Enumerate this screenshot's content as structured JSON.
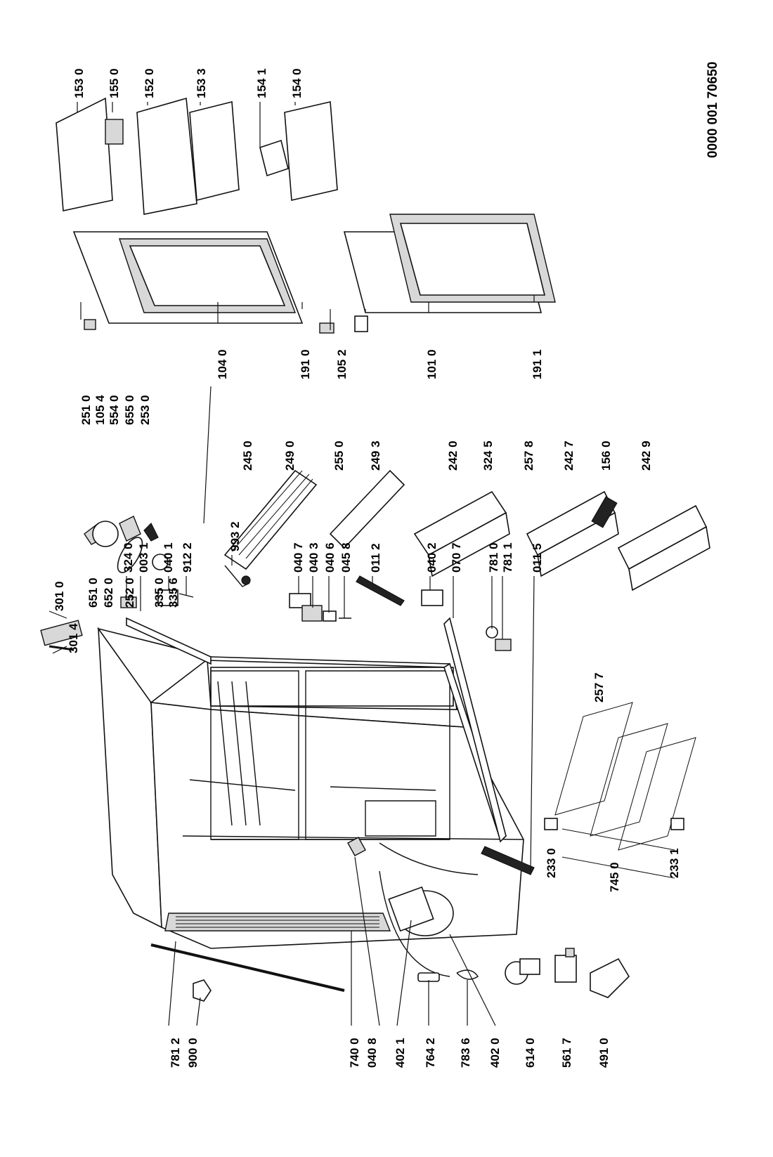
{
  "document_number": "0000 001 70650",
  "labels": [
    {
      "id": "p301-0",
      "text": "301 0"
    },
    {
      "id": "p301-4",
      "text": "301 4"
    },
    {
      "id": "p781-2",
      "text": "781 2"
    },
    {
      "id": "p900-0",
      "text": "900 0"
    },
    {
      "id": "p740-0",
      "text": "740 0"
    },
    {
      "id": "p040-8",
      "text": "040 8"
    },
    {
      "id": "p402-1",
      "text": "402 1"
    },
    {
      "id": "p764-2",
      "text": "764 2"
    },
    {
      "id": "p783-6",
      "text": "783 6"
    },
    {
      "id": "p402-0",
      "text": "402 0"
    },
    {
      "id": "p614-0",
      "text": "614 0"
    },
    {
      "id": "p561-7",
      "text": "561 7"
    },
    {
      "id": "p491-0",
      "text": "491 0"
    },
    {
      "id": "p324-0",
      "text": "324 0"
    },
    {
      "id": "p003-1",
      "text": "003 1"
    },
    {
      "id": "p040-1",
      "text": "040 1"
    },
    {
      "id": "p912-2",
      "text": "912 2"
    },
    {
      "id": "p993-2",
      "text": "993 2"
    },
    {
      "id": "p040-7",
      "text": "040 7"
    },
    {
      "id": "p040-3",
      "text": "040 3"
    },
    {
      "id": "p040-6",
      "text": "040 6"
    },
    {
      "id": "p045-8",
      "text": "045 8"
    },
    {
      "id": "p011-2",
      "text": "011 2"
    },
    {
      "id": "p040-2",
      "text": "040 2"
    },
    {
      "id": "p070-7",
      "text": "070 7"
    },
    {
      "id": "p781-0",
      "text": "781 0"
    },
    {
      "id": "p781-1",
      "text": "781 1"
    },
    {
      "id": "p011-5",
      "text": "011 5"
    },
    {
      "id": "p233-0",
      "text": "233 0"
    },
    {
      "id": "p745-0",
      "text": "745 0"
    },
    {
      "id": "p233-1",
      "text": "233 1"
    },
    {
      "id": "p651-0",
      "text": "651 0"
    },
    {
      "id": "p652-0",
      "text": "652 0"
    },
    {
      "id": "p252-0",
      "text": "252 0"
    },
    {
      "id": "p335-0",
      "text": "335 0"
    },
    {
      "id": "p335-6",
      "text": "335 6"
    },
    {
      "id": "p251-0",
      "text": "251 0"
    },
    {
      "id": "p105-4",
      "text": "105 4"
    },
    {
      "id": "p554-0",
      "text": "554 0"
    },
    {
      "id": "p655-0",
      "text": "655 0"
    },
    {
      "id": "p253-0",
      "text": "253 0"
    },
    {
      "id": "p104-0",
      "text": "104 0"
    },
    {
      "id": "p191-0",
      "text": "191 0"
    },
    {
      "id": "p105-2",
      "text": "105 2"
    },
    {
      "id": "p101-0",
      "text": "101 0"
    },
    {
      "id": "p191-1",
      "text": "191 1"
    },
    {
      "id": "p245-0",
      "text": "245 0"
    },
    {
      "id": "p249-0",
      "text": "249 0"
    },
    {
      "id": "p255-0",
      "text": "255 0"
    },
    {
      "id": "p249-3",
      "text": "249 3"
    },
    {
      "id": "p242-0",
      "text": "242 0"
    },
    {
      "id": "p324-5",
      "text": "324 5"
    },
    {
      "id": "p257-8",
      "text": "257 8"
    },
    {
      "id": "p242-7",
      "text": "242 7"
    },
    {
      "id": "p156-0",
      "text": "156 0"
    },
    {
      "id": "p242-9",
      "text": "242 9"
    },
    {
      "id": "p257-7",
      "text": "257 7"
    },
    {
      "id": "p153-0",
      "text": "153 0"
    },
    {
      "id": "p155-0",
      "text": "155 0"
    },
    {
      "id": "p152-0",
      "text": "152 0"
    },
    {
      "id": "p153-3",
      "text": "153 3"
    },
    {
      "id": "p154-1",
      "text": "154 1"
    },
    {
      "id": "p154-0",
      "text": "154 0"
    }
  ]
}
